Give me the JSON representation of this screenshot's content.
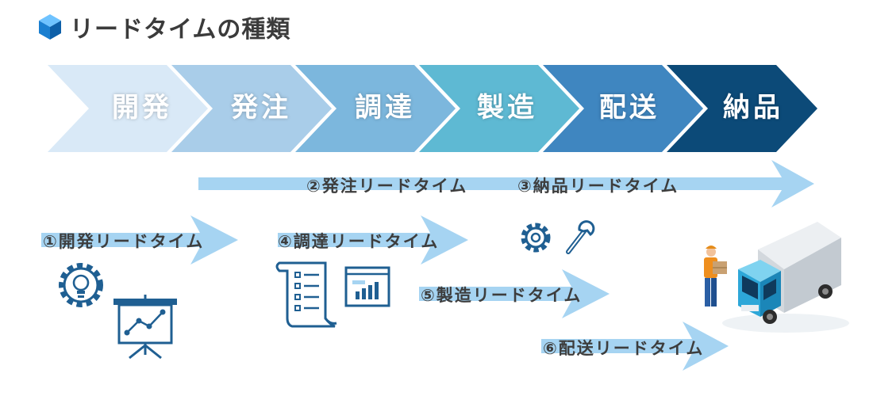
{
  "title": "リードタイムの種類",
  "phases": [
    "開発",
    "発注",
    "調達",
    "製造",
    "配送",
    "納品"
  ],
  "lead_times": {
    "order": "②発注リードタイム",
    "delivery": "③納品リードタイム",
    "development": "①開発リードタイム",
    "procurement": "④調達リードタイム",
    "manufacturing": "⑤製造リードタイム",
    "shipping": "⑥配送リードタイム"
  },
  "icons": {
    "development": [
      "lightbulb-gear-icon",
      "presentation-chart-icon"
    ],
    "procurement": [
      "checklist-document-icon",
      "report-window-icon"
    ],
    "manufacturing": [
      "gear-icon",
      "wrench-icon"
    ],
    "delivery": [
      "delivery-worker-icon",
      "delivery-truck-icon"
    ]
  },
  "colors": {
    "phase_fills": [
      "#d9e9f7",
      "#a9cde9",
      "#7cb7dd",
      "#5eb9d3",
      "#3f86c0",
      "#0c4a78"
    ],
    "arrow": "#a6d4f2",
    "icon": "#1f5f92",
    "title_cube": "#1a7fd0"
  }
}
